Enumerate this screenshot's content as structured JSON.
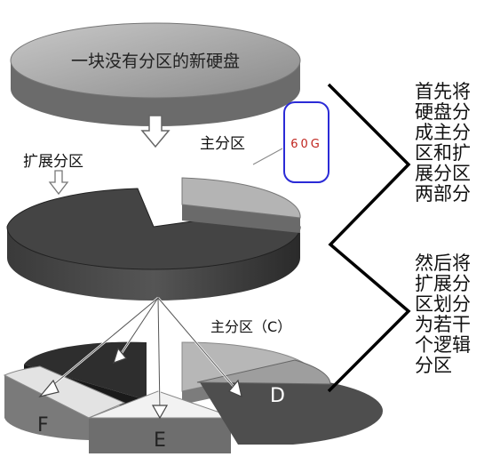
{
  "diagram": {
    "top_disk_label": "一块没有分区的新硬盘",
    "primary_partition_label": "主分区",
    "size_badge": "60G",
    "extended_partition_label": "扩展分区",
    "primary_partition_c_label": "主分区（C）",
    "drive_d": "D",
    "drive_e": "E",
    "drive_f": "F",
    "note_step1": [
      "首先将",
      "硬盘分",
      "成主分",
      "区和扩",
      "展分区",
      "两部分"
    ],
    "note_step2": [
      "然后将",
      "扩展分",
      "区划分",
      "为若干",
      "个逻辑",
      "分区"
    ]
  }
}
